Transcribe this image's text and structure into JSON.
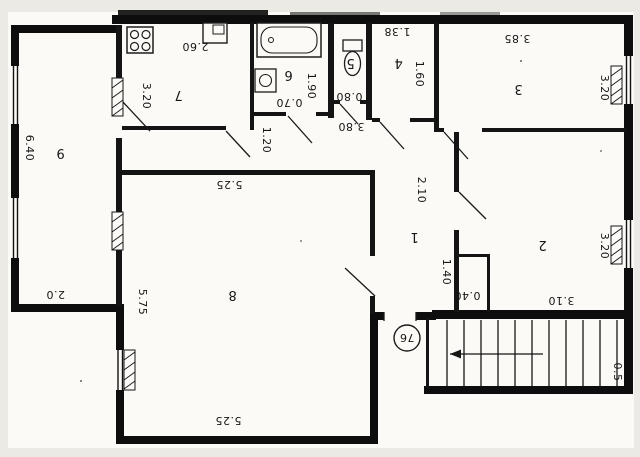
{
  "plan": {
    "title": "Scanned hand-drawn apartment floor plan",
    "apartment_number": "76",
    "rooms": {
      "hall": "1",
      "room2": "2",
      "room3": "3",
      "room4": "4",
      "wc": "5",
      "bath": "6",
      "kitchen": "7",
      "living": "8",
      "loggia": "9"
    },
    "dims": {
      "kitchen_width": "2.60",
      "kitchen_depth": "3.20",
      "loggia_length": "6.40",
      "loggia_width": "2.0",
      "living_left": "5.75",
      "living_top": "5.25",
      "living_bottom": "5.25",
      "bath_depth": "1.90",
      "bath_door": "0.70",
      "corridor": "1.20",
      "hall_width": "3.80",
      "wc_door": "0.80",
      "room4_width": "1.38",
      "room4_depth": "1.60",
      "room3_width": "3.85",
      "room3_depth": "3.20",
      "hall_depth": "2.10",
      "room2_depth": "3.20",
      "room2_width": "3.10",
      "closet_depth": "1.40",
      "closet_width": "0.40",
      "stairs_width": "0.5"
    },
    "fixtures": [
      "stove-icon",
      "kitchen-sink-icon",
      "bathtub-icon",
      "washbasin-icon",
      "toilet-icon",
      "staircase",
      "radiator-hatch",
      "entrance-circle"
    ]
  }
}
